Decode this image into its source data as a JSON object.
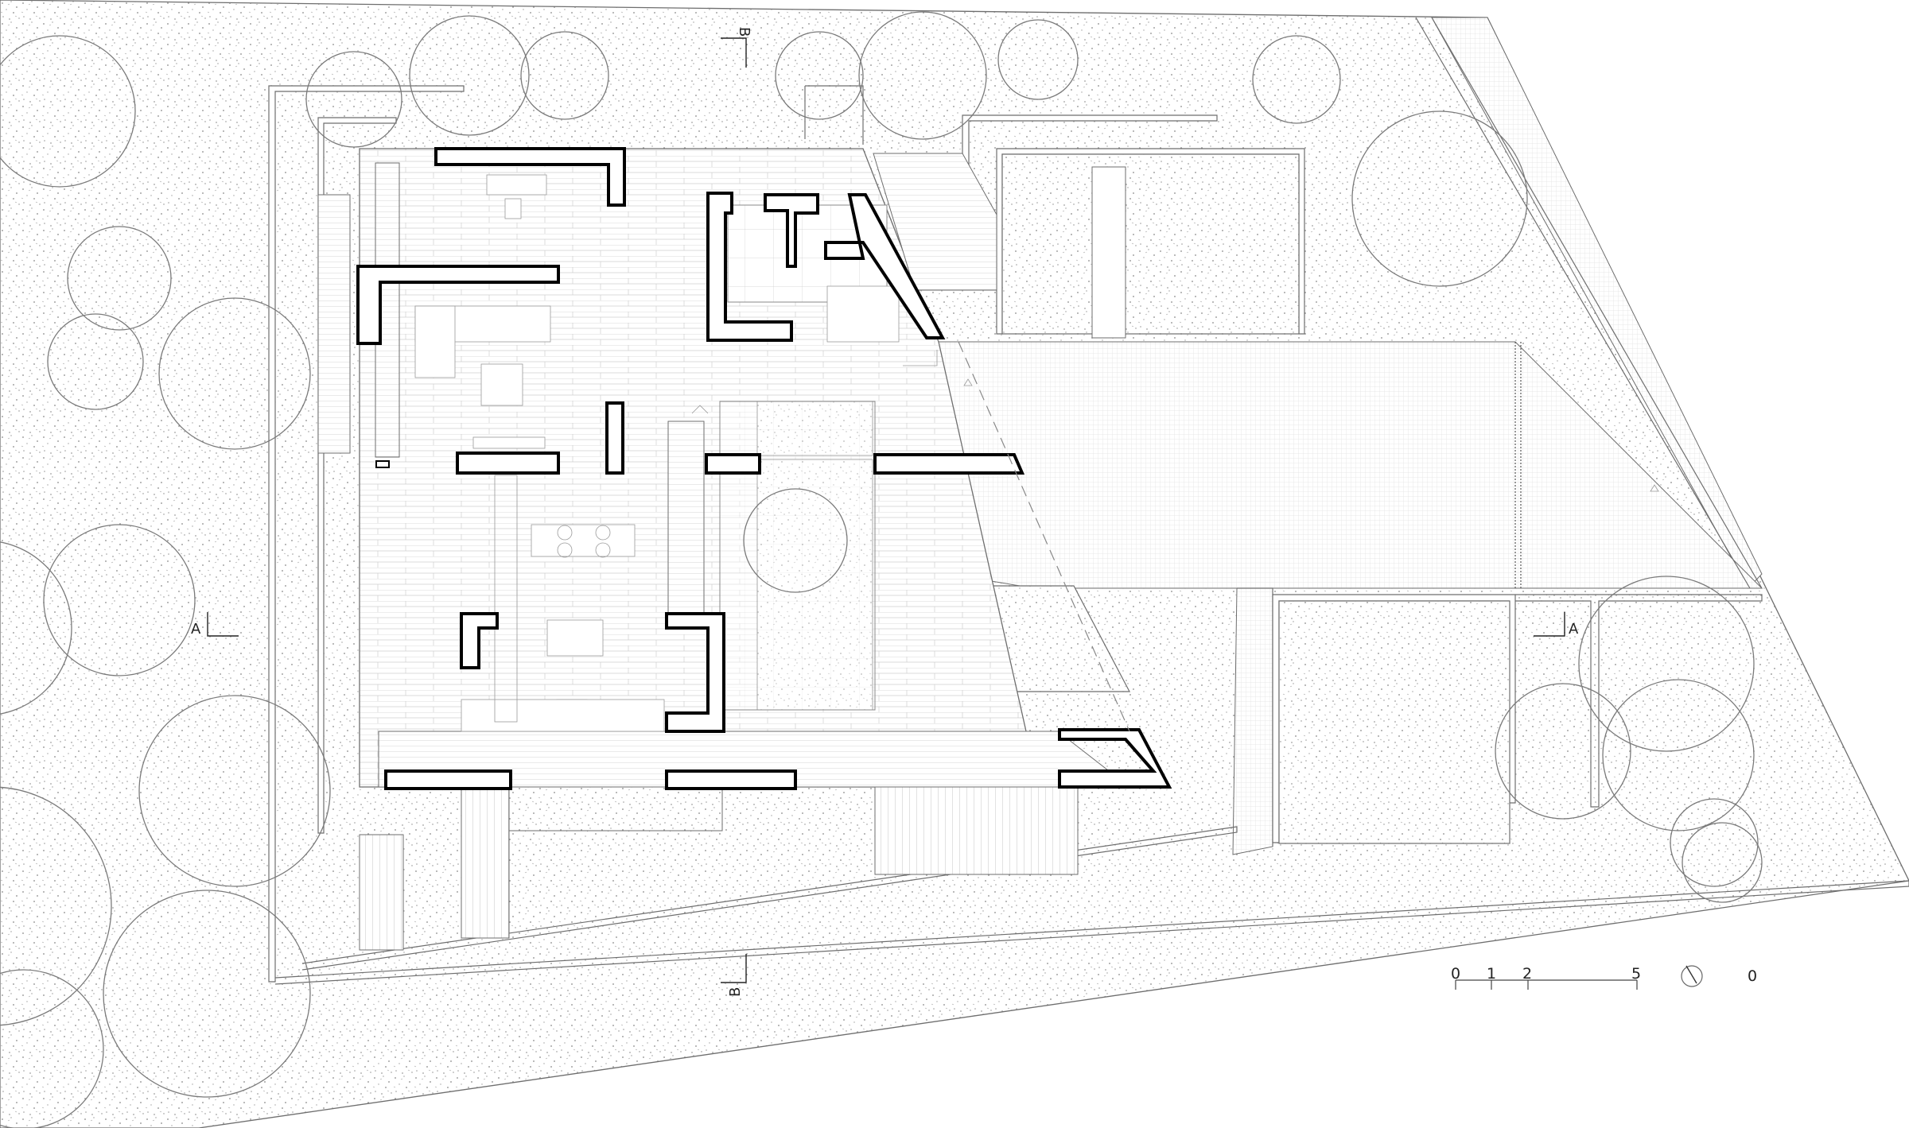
{
  "section_labels": {
    "a_left": "A",
    "a_right": "A",
    "b_top": "B",
    "b_bottom": "B"
  },
  "scale_bar": {
    "ticks": [
      "0",
      "1",
      "2",
      "5"
    ]
  },
  "north_label": "0",
  "icons": [
    "north-arrow-icon",
    "section-marker-icon"
  ],
  "colors": {
    "line": "#6e6e6e",
    "wall": "#000000",
    "paper": "#ffffff"
  }
}
